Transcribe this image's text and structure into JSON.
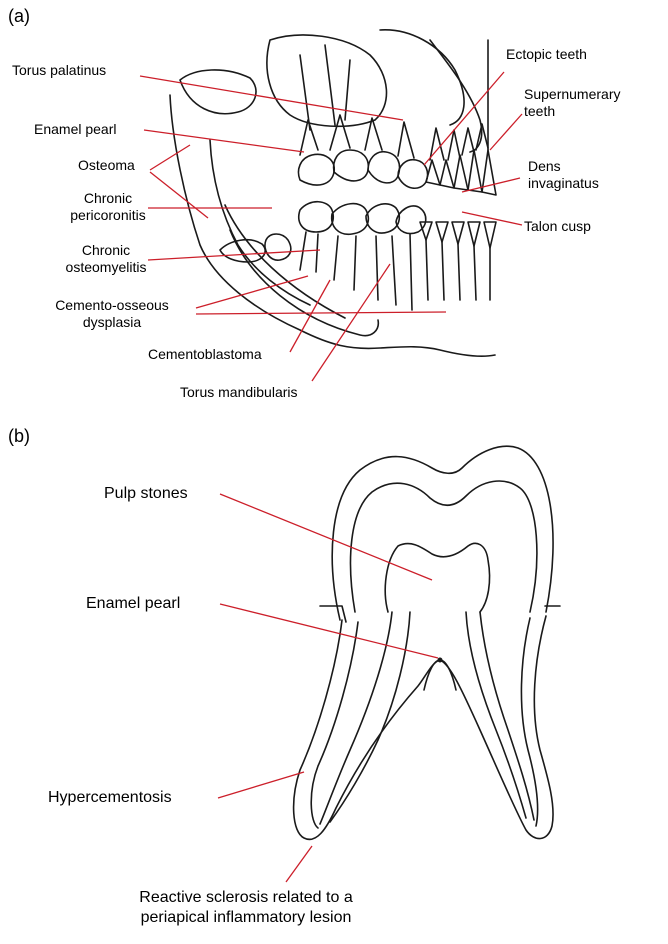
{
  "panels": [
    {
      "tag": "(a)"
    },
    {
      "tag": "(b)"
    }
  ],
  "labels_a": {
    "ectopic_teeth": "Ectopic teeth",
    "torus_palatinus": "Torus palatinus",
    "supernumerary_teeth": "Supernumerary\nteeth",
    "enamel_pearl": "Enamel pearl",
    "osteoma": "Osteoma",
    "dens_invaginatus": "Dens\ninvaginatus",
    "chronic_pericoronitis": "Chronic\npericoronitis",
    "talon_cusp": "Talon cusp",
    "chronic_osteomyelitis": "Chronic\nosteomyelitis",
    "cemento_osseous_dysplasia": "Cemento-osseous\ndysplasia",
    "cementoblastoma": "Cementoblastoma",
    "torus_mandibularis": "Torus mandibularis"
  },
  "labels_b": {
    "pulp_stones": "Pulp stones",
    "enamel_pearl": "Enamel pearl",
    "hypercementosis": "Hypercementosis",
    "reactive_sclerosis": "Reactive sclerosis related to a\nperiapical inflammatory lesion"
  },
  "colors": {
    "leader_line": "#cc1f2a",
    "drawing": "#1a1a1a"
  }
}
